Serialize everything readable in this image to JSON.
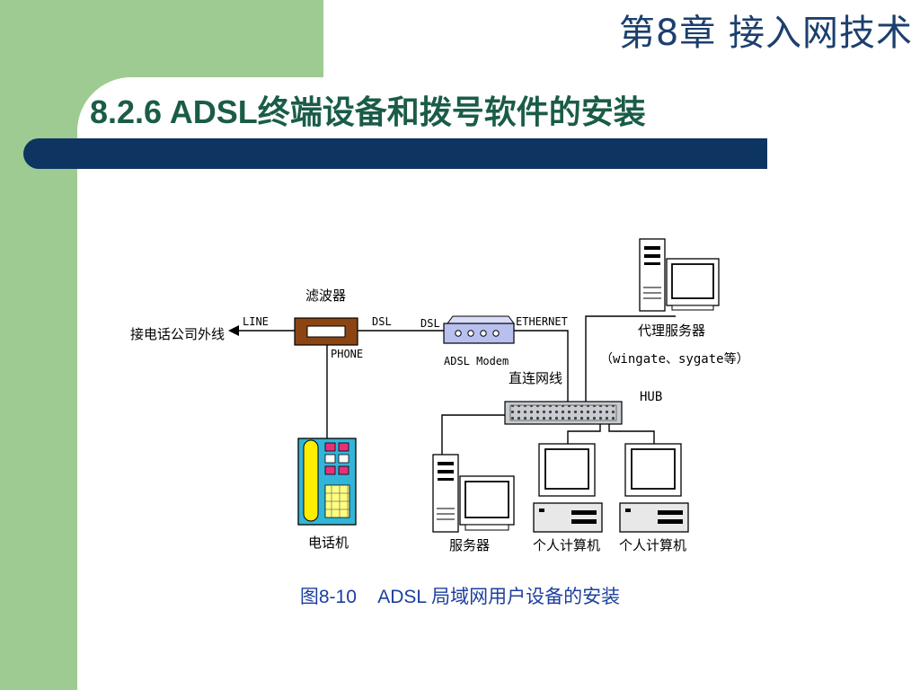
{
  "header": {
    "chapter_title": "第8章 接入网技术",
    "section_title": "8.2.6  ADSL终端设备和拨号软件的安装"
  },
  "diagram": {
    "labels": {
      "filter": "滤波器",
      "outside_line": "接电话公司外线",
      "line": "LINE",
      "dsl_out": "DSL",
      "dsl_in": "DSL",
      "phone_port": "PHONE",
      "ethernet": "ETHERNET",
      "modem": "ADSL Modem",
      "direct_cable": "直连网线",
      "proxy_server": "代理服务器",
      "proxy_software": "（wingate、sygate等）",
      "hub": "HUB",
      "telephone": "电话机",
      "server": "服务器",
      "pc1": "个人计算机",
      "pc2": "个人计算机"
    },
    "colors": {
      "filter_body": "#8b4513",
      "phone_body": "#33b5d8",
      "handset": "#ffee00",
      "keypad": "#ffff80",
      "buttons_top": "#e8307a",
      "modem_body": "#b8c0f0",
      "hub_body": "#c8ccd0"
    }
  },
  "caption": {
    "figure_number": "图8-10",
    "text": "ADSL 局域网用户设备的安装"
  }
}
